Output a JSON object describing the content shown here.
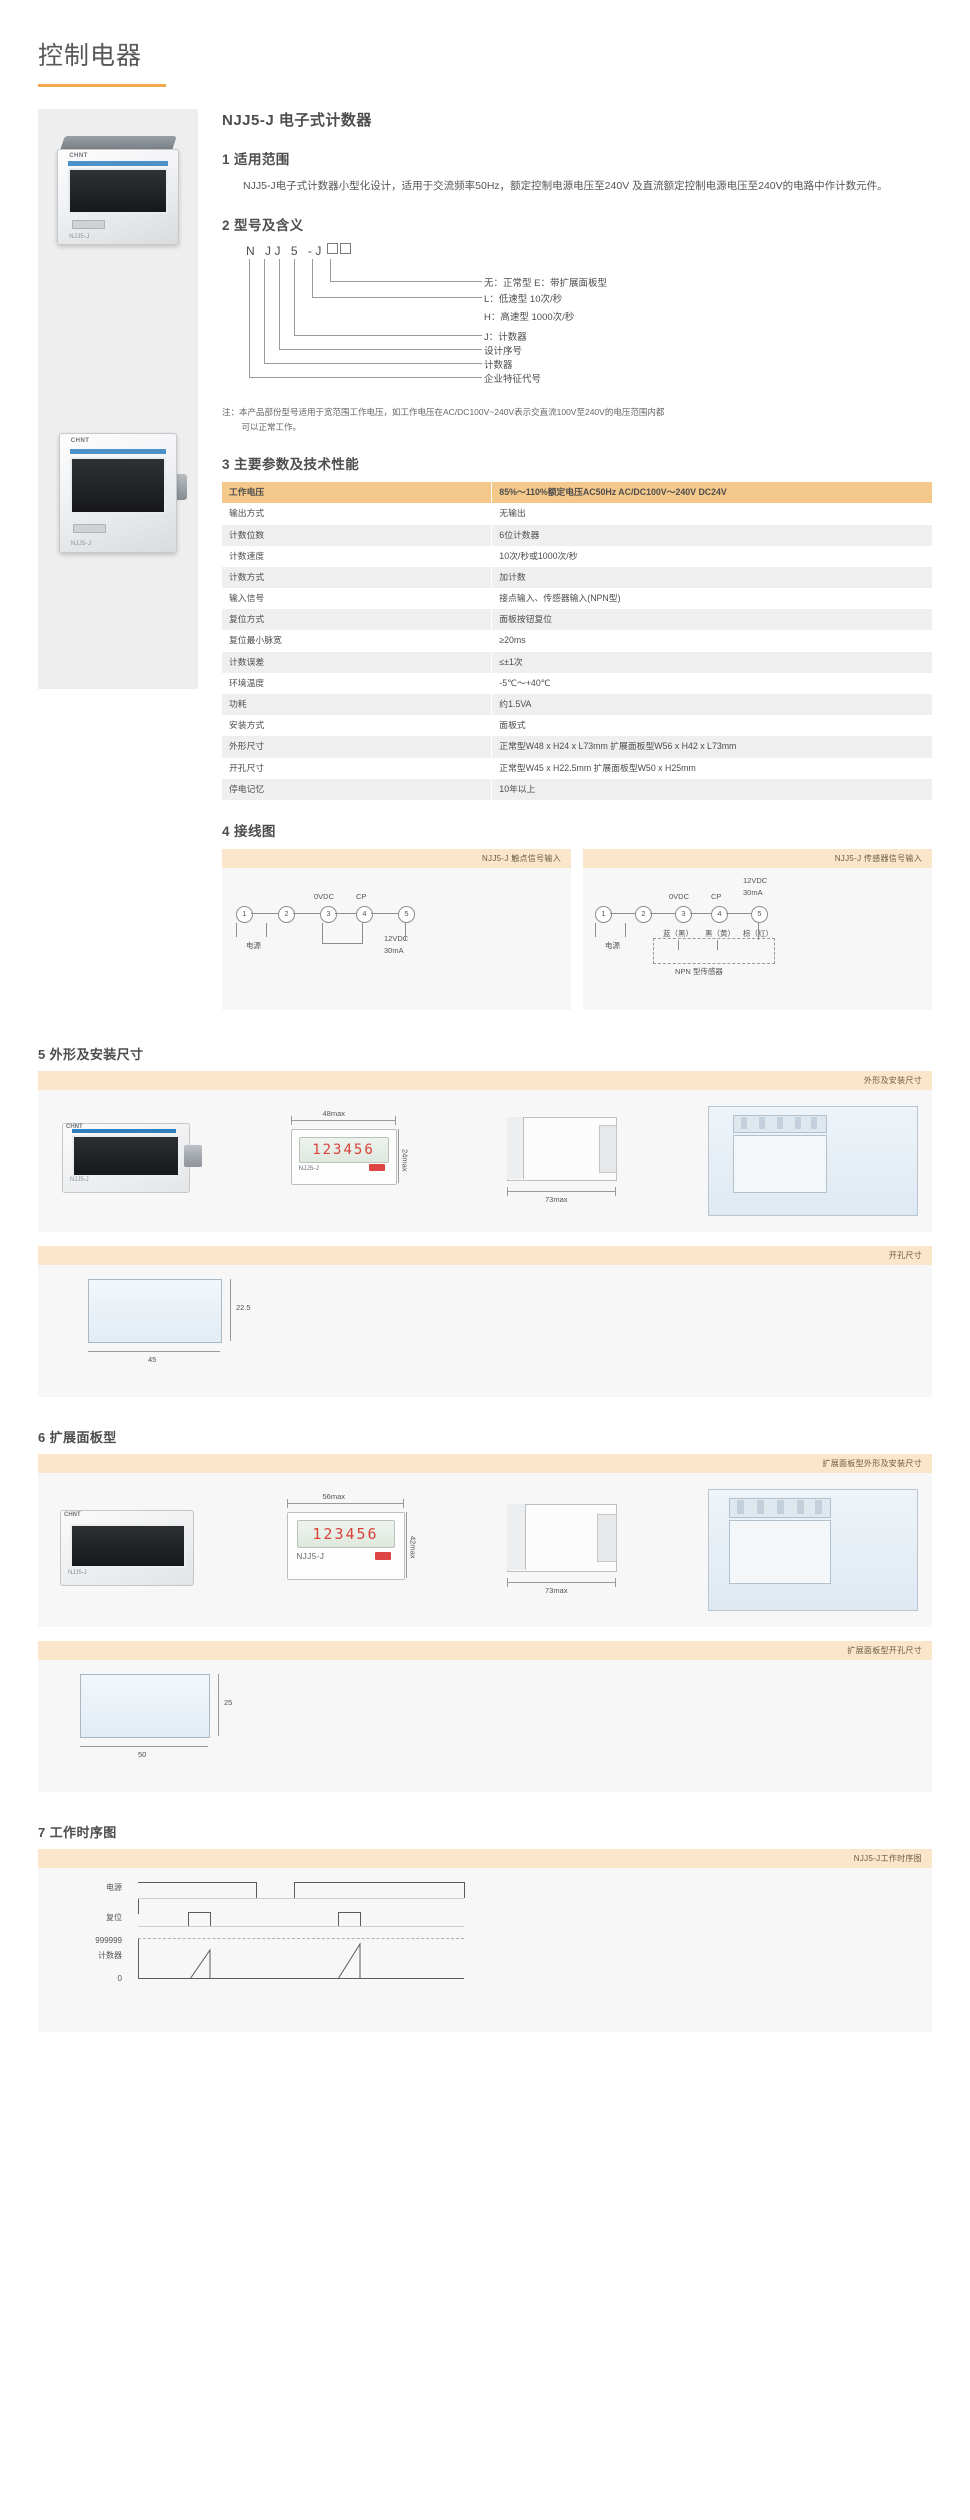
{
  "banner": {
    "title": "控制电器"
  },
  "product": {
    "title": "NJJ5-J 电子式计数器",
    "photo1_caption": "NJJ5-J",
    "photo2_caption": "NJJ5-J"
  },
  "section1": {
    "heading": "1 适用范围",
    "paragraph_line1": "NJJ5-J电子式计数器小型化设计，适用于交流频率50Hz，额定控制电源电压至240V",
    "paragraph_line2": "及直流额定控制电源电压至240V的电路中作计数元件。"
  },
  "section2": {
    "heading": "2 型号及含义",
    "code_prefix": "N JJ 5 -J",
    "code_boxes": 2,
    "labels": [
      "无：正常型  E：带扩展面板型",
      "L：低速型 10次/秒",
      "H：高速型 1000次/秒",
      "J：计数器",
      "设计序号",
      "计数器",
      "企业特征代号"
    ],
    "note_line1": "注：本产品部份型号适用于宽范围工作电压，如工作电压在AC/DC100V~240V表示交直流100V至240V的电压范围内都",
    "note_line2": "可以正常工作。"
  },
  "section3": {
    "heading": "3 主要参数及技术性能",
    "rows": [
      {
        "key": "工作电压",
        "value": "85%～110%额定电压AC50Hz AC/DC100V～240V DC24V",
        "header": true
      },
      {
        "key": "输出方式",
        "value": "无输出"
      },
      {
        "key": "计数位数",
        "value": "6位计数器"
      },
      {
        "key": "计数速度",
        "value": "10次/秒或1000次/秒"
      },
      {
        "key": "计数方式",
        "value": "加计数"
      },
      {
        "key": "输入信号",
        "value": "接点输入、传感器输入(NPN型)"
      },
      {
        "key": "复位方式",
        "value": "面板按钮复位"
      },
      {
        "key": "复位最小脉宽",
        "value": "≥20ms"
      },
      {
        "key": "计数误差",
        "value": "≤±1次"
      },
      {
        "key": "环境温度",
        "value": "-5℃～+40℃"
      },
      {
        "key": "功耗",
        "value": "约1.5VA"
      },
      {
        "key": "安装方式",
        "value": "面板式"
      },
      {
        "key": "外形尺寸",
        "value": "正常型W48 x H24 x L73mm  扩展面板型W56 x H42 x L73mm"
      },
      {
        "key": "开孔尺寸",
        "value": "正常型W45 x H22.5mm    扩展面板型W50 x H25mm"
      },
      {
        "key": "停电记忆",
        "value": "10年以上"
      }
    ]
  },
  "section4": {
    "heading": "4 接线图",
    "diagram_left": {
      "caption": "NJJ5-J 触点信号输入",
      "terminals": [
        "1",
        "2",
        "3",
        "4",
        "5"
      ],
      "labels": [
        "0VDC",
        "CP",
        "电源",
        "12VDC",
        "30mA"
      ]
    },
    "diagram_right": {
      "caption": "NJJ5-J 传感器信号输入",
      "terminals": [
        "1",
        "2",
        "3",
        "4",
        "5"
      ],
      "labels": [
        "0VDC",
        "CP",
        "12VDC",
        "30mA",
        "电源",
        "蓝（黑）",
        "黑（黄）",
        "棕（红）",
        "NPN 型传感器"
      ]
    }
  },
  "section5": {
    "heading": "5 外形及安装尺寸",
    "caption_top": "外形及安装尺寸",
    "caption_bottom": "开孔尺寸",
    "lcd_value": "123456",
    "device_label": "NJJ5-J",
    "dims": {
      "width": "48max",
      "height": "24max",
      "length": "73max",
      "hole_width": "45",
      "hole_height": "22.5"
    }
  },
  "section6": {
    "heading": "6 扩展面板型",
    "caption_top": "扩展面板型外形及安装尺寸",
    "caption_bottom": "扩展面板型开孔尺寸",
    "lcd_value": "123456",
    "device_label": "NJJ5-J",
    "dims": {
      "width": "56max",
      "height": "42max",
      "length": "73max",
      "hole_width": "50",
      "hole_height": "25"
    }
  },
  "section7": {
    "heading": "7 工作时序图",
    "caption": "NJJ5-J工作时序图",
    "axis_labels": [
      "电源",
      "复位",
      "计数器"
    ],
    "y_max": "999999",
    "y_min": "0"
  },
  "colors": {
    "accent": "#f0a94c",
    "table_header": "#f4c88a",
    "caption_bar": "#fbe6cb",
    "panel_bg": "#f7f7f7",
    "lcd_digit": "#d9423b"
  }
}
